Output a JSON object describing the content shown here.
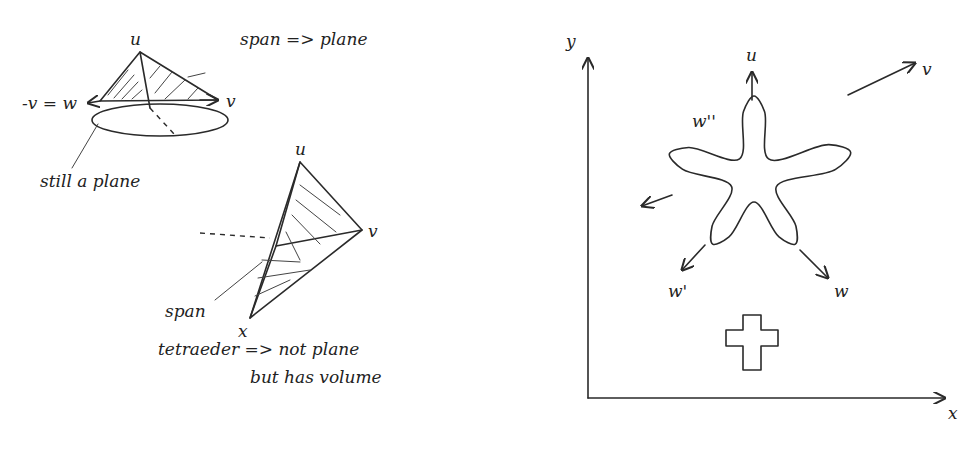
{
  "diagram": {
    "labels": [
      "u",
      "span => plane",
      "-v = w",
      "v",
      "still a plane",
      "u",
      "v",
      "span",
      "x",
      "tetraeder => not plane",
      "but has volume",
      "y",
      "u",
      "w''",
      "v",
      "w'",
      "w",
      "x"
    ]
  }
}
